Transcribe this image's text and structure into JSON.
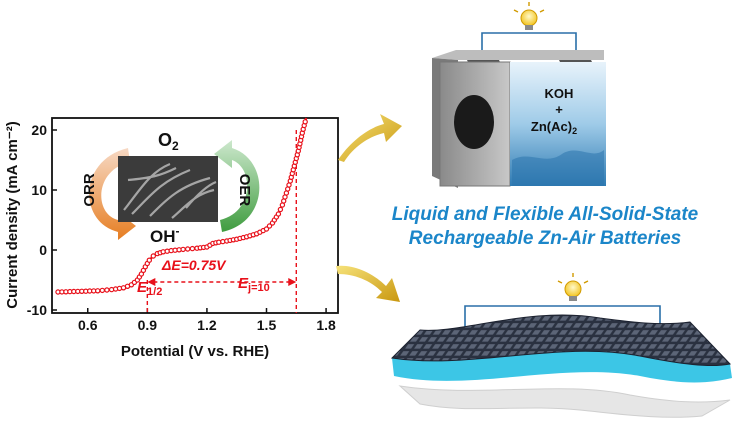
{
  "chart_data": {
    "type": "line",
    "xlabel": "Potential (V vs. RHE)",
    "ylabel": "Current density (mA cm⁻²)",
    "xlim": [
      0.42,
      1.86
    ],
    "ylim": [
      -10.5,
      22
    ],
    "xticks": [
      "0.6",
      "0.9",
      "1.2",
      "1.5",
      "1.8"
    ],
    "xtick_values": [
      0.6,
      0.9,
      1.2,
      1.5,
      1.8
    ],
    "yticks": [
      "-10",
      "0",
      "10",
      "20"
    ],
    "ytick_values": [
      -10,
      0,
      10,
      20
    ],
    "grid": false,
    "series": [
      {
        "color": "#e8101a",
        "x": [
          0.45,
          0.55,
          0.65,
          0.72,
          0.78,
          0.82,
          0.85,
          0.87,
          0.89,
          0.91,
          0.93,
          0.95,
          0.98,
          1.02,
          1.08,
          1.15,
          1.2,
          1.23,
          1.26,
          1.3,
          1.35,
          1.4,
          1.45,
          1.5,
          1.53,
          1.56,
          1.58,
          1.6,
          1.62,
          1.64,
          1.66,
          1.68,
          1.7
        ],
        "y": [
          -7.0,
          -6.9,
          -6.8,
          -6.6,
          -6.3,
          -5.8,
          -5.0,
          -4.0,
          -2.8,
          -1.7,
          -1.0,
          -0.6,
          -0.3,
          -0.1,
          0.1,
          0.3,
          0.5,
          1.1,
          1.3,
          1.5,
          1.8,
          2.2,
          2.7,
          3.5,
          4.5,
          6.0,
          7.5,
          9.5,
          11.5,
          14.0,
          16.5,
          19.5,
          22.0
        ]
      }
    ],
    "annotations": {
      "delta_e": "ΔE=0.75V",
      "e_half_main": "E",
      "e_half_sub": "1/2",
      "e_j_main": "E",
      "e_j_sub": "j=10",
      "e_half_x": 0.9,
      "e_j_x": 1.65
    }
  },
  "cycle": {
    "o2_main": "O",
    "o2_sub": "2",
    "oh_main": "OH",
    "oh_sup": "-",
    "orr": "ORR",
    "oer": "OER",
    "orr_color": "#e67e22",
    "oer_color": "#4aa84a"
  },
  "cell": {
    "line1": "KOH",
    "line2": "+",
    "line3_main": "Zn(Ac)",
    "line3_sub": "2"
  },
  "headline": {
    "line1": "Liquid and Flexible All-Solid-State",
    "line2": "Rechargeable Zn-Air Batteries",
    "color": "#1b86c9"
  }
}
